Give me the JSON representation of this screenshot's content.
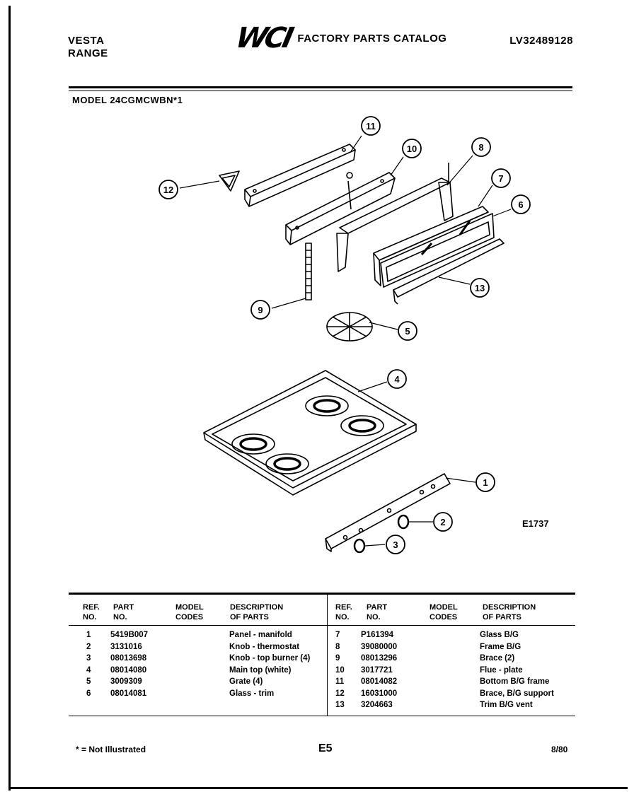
{
  "header": {
    "brand_line1": "VESTA",
    "brand_line2": "RANGE",
    "logo": "WCI",
    "catalog_title": "FACTORY PARTS CATALOG",
    "catalog_code": "LV32489128"
  },
  "model_line": "MODEL 24CGMCWBN*1",
  "diagram": {
    "figure_code": "E1737",
    "callouts": [
      "1",
      "2",
      "3",
      "4",
      "5",
      "6",
      "7",
      "8",
      "9",
      "10",
      "11",
      "12",
      "13"
    ]
  },
  "table": {
    "headers": {
      "ref": [
        "REF.",
        "NO."
      ],
      "part": [
        "PART",
        "NO."
      ],
      "model": [
        "MODEL",
        "CODES"
      ],
      "desc": [
        "DESCRIPTION",
        "OF PARTS"
      ]
    },
    "left_rows": [
      {
        "ref": "1",
        "part": "5419B007",
        "desc": "Panel - manifold"
      },
      {
        "ref": "2",
        "part": "3131016",
        "desc": "Knob - thermostat"
      },
      {
        "ref": "3",
        "part": "08013698",
        "desc": "Knob - top burner (4)"
      },
      {
        "ref": "4",
        "part": "08014080",
        "desc": "Main top (white)"
      },
      {
        "ref": "5",
        "part": "3009309",
        "desc": "Grate (4)"
      },
      {
        "ref": "6",
        "part": "08014081",
        "desc": "Glass - trim"
      }
    ],
    "right_rows": [
      {
        "ref": "7",
        "part": "P161394",
        "desc": "Glass B/G"
      },
      {
        "ref": "8",
        "part": "39080000",
        "desc": "Frame B/G"
      },
      {
        "ref": "9",
        "part": "08013296",
        "desc": "Brace (2)"
      },
      {
        "ref": "10",
        "part": "3017721",
        "desc": "Flue - plate"
      },
      {
        "ref": "11",
        "part": "08014082",
        "desc": "Bottom B/G frame"
      },
      {
        "ref": "12",
        "part": "16031000",
        "desc": "Brace, B/G support"
      },
      {
        "ref": "13",
        "part": "3204663",
        "desc": "Trim B/G vent"
      }
    ]
  },
  "footer": {
    "note": "* = Not Illustrated",
    "page": "E5",
    "date": "8/80"
  }
}
